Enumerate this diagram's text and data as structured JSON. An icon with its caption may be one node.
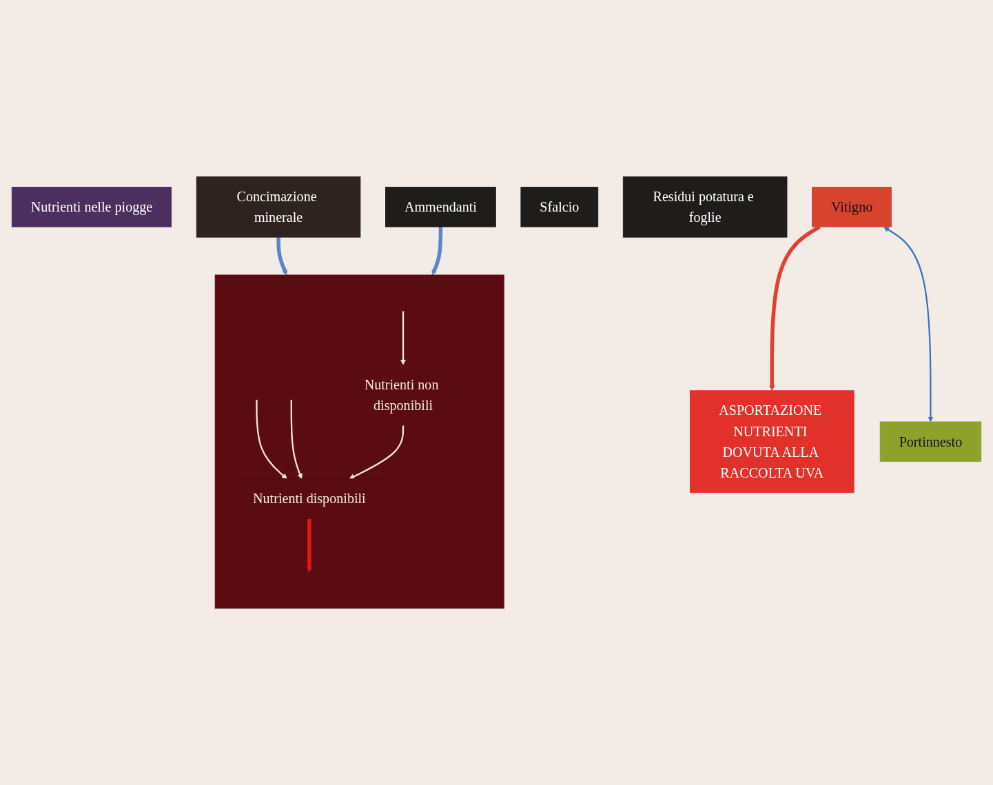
{
  "diagram": {
    "nodes": [
      {
        "text": [
          "Nutrienti nelle piogge"
        ]
      },
      {
        "text": [
          "Concimazione minerale"
        ]
      },
      {
        "text": [
          "Vitigno"
        ]
      },
      {
        "text": [
          "ASPORTAZIONE NUTRIENTI DOVUTA ALLA RACCOLTA UVA"
        ]
      },
      {
        "text": [
          "Sfalcio"
        ]
      },
      {
        "text": [
          "Residui potatura e foglie"
        ]
      },
      {
        "text": [
          "Ammendanti"
        ]
      },
      {
        "text": [],
        "shape": "box"
      },
      {
        "text": [
          "Portinnesto"
        ]
      },
      {
        "text": [
          "Nutrienti disponibili"
        ],
        "in": 7
      },
      {
        "text": [
          "Nutrienti non disponibili"
        ],
        "in": 7
      }
    ],
    "edges": [
      {
        "from": 2,
        "to": 3,
        "arrow": "to",
        "style": "thick",
        "color": "#e0402e"
      },
      {
        "from": 2,
        "to": 8,
        "arrow": "both",
        "color": "#3f73b8"
      },
      {
        "from": 1,
        "to": 7,
        "arrow": "to",
        "style": "thick",
        "color": "#5b86c9"
      },
      {
        "from": 6,
        "to": 7,
        "arrow": "to",
        "style": "thick",
        "color": "#5b86c9"
      },
      {
        "from": null,
        "to": 9,
        "arrow": "to",
        "color": "#f2e6dc"
      },
      {
        "from": null,
        "to": 9,
        "arrow": "to",
        "color": "#f2e6dc"
      },
      {
        "from": null,
        "to": 10,
        "arrow": "to",
        "color": "#f2e6dc"
      },
      {
        "from": 10,
        "to": 9,
        "arrow": "to",
        "color": "#f2e6dc"
      },
      {
        "from": 9,
        "to": null,
        "arrow": "to",
        "style": "thick",
        "color": "#e01818"
      }
    ]
  }
}
